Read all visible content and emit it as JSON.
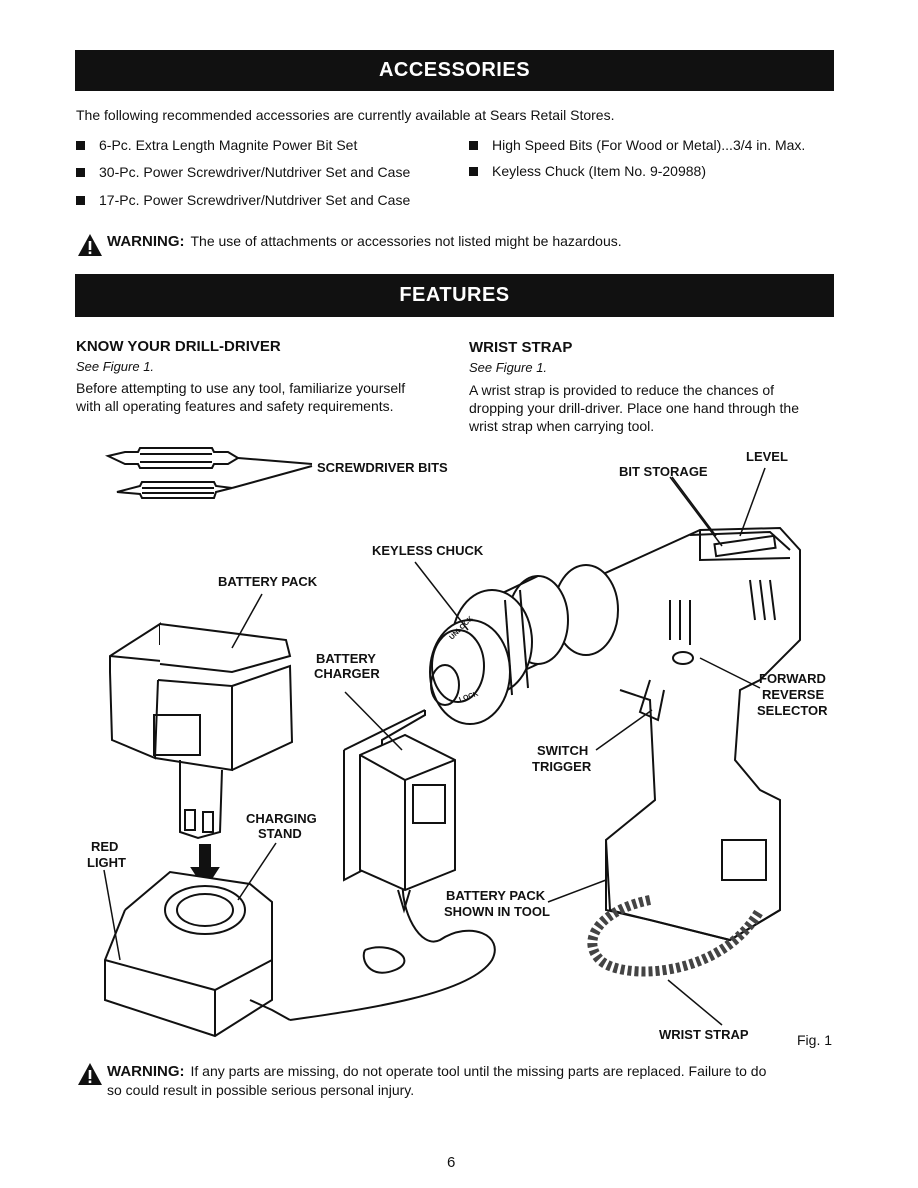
{
  "accessories": {
    "heading": "ACCESSORIES",
    "intro": "The following recommended accessories are currently available at Sears Retail Stores.",
    "left_items": [
      "6-Pc. Extra Length Magnite Power Bit Set",
      "30-Pc. Power Screwdriver/Nutdriver Set and Case",
      "17-Pc. Power Screwdriver/Nutdriver Set and Case"
    ],
    "right_items": [
      "High Speed Bits (For Wood or Metal)...3/4 in. Max.",
      "Keyless Chuck (Item No. 9-20988)"
    ],
    "warning_label": "WARNING:",
    "warning_text": "The use of attachments or accessories not listed might be hazardous."
  },
  "features": {
    "heading": "FEATURES",
    "know": {
      "title": "KNOW YOUR DRILL-DRIVER",
      "see": "See Figure 1.",
      "lines": [
        "Before attempting to use any tool, familiarize yourself",
        "with all operating features and safety requirements."
      ]
    },
    "strap": {
      "title": "WRIST STRAP",
      "see": "See Figure 1.",
      "lines": [
        "A wrist strap is provided to reduce the chances of",
        "dropping your drill-driver. Place one hand through the",
        "wrist strap when carrying tool."
      ]
    }
  },
  "figure": {
    "labels": {
      "screwdriver_bits": "SCREWDRIVER BITS",
      "level": "LEVEL",
      "bit_storage": "BIT STORAGE",
      "keyless_chuck": "KEYLESS CHUCK",
      "battery_pack": "BATTERY PACK",
      "battery_charger": [
        "BATTERY",
        "CHARGER"
      ],
      "forward_reverse": [
        "FORWARD",
        "REVERSE",
        "SELECTOR"
      ],
      "switch_trigger": [
        "SWITCH",
        "TRIGGER"
      ],
      "charging_stand": [
        "CHARGING",
        "STAND"
      ],
      "red_light": [
        "RED",
        "LIGHT"
      ],
      "battery_pack_in_tool": [
        "BATTERY PACK",
        "SHOWN IN TOOL"
      ],
      "wrist_strap": "WRIST STRAP",
      "chuck_marks": [
        "UNLOCK",
        "LOCK"
      ]
    },
    "caption": "Fig. 1"
  },
  "bottom_warning": {
    "label": "WARNING:",
    "line1": "If any parts are missing, do not operate tool until the missing parts are replaced. Failure to do",
    "line2": "so could result in possible serious personal injury."
  },
  "page_number": "6"
}
